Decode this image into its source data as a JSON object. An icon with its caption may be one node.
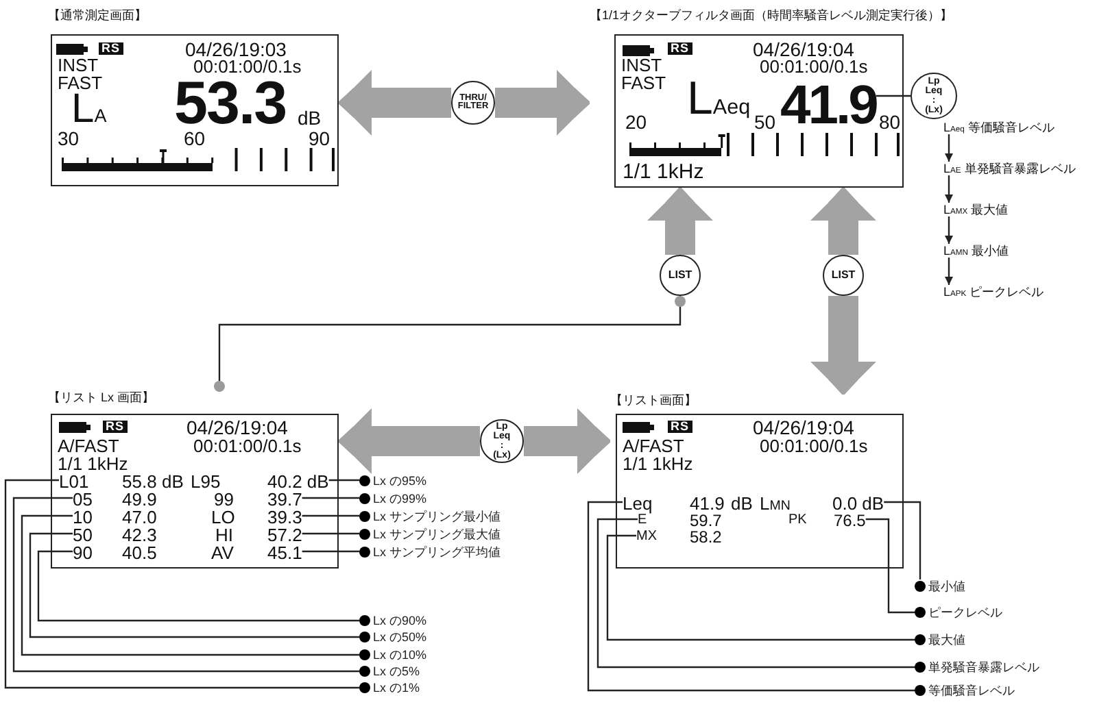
{
  "diagram": {
    "nodes": [
      {
        "text": [
          "【通常測定画面】",
          "RS",
          "04/26/19:03",
          "INST",
          "00:01:00/0.1s",
          "FAST",
          "L$_{A}$",
          "53.3",
          "dB",
          "30",
          "60",
          "90"
        ]
      },
      {
        "text": [
          "THRU/ FILTER"
        ]
      },
      {
        "text": [
          "【1/1オクターブフィルタ画面（時間率騒音レベル測定実行後）】",
          "RS",
          "04/26/19:04",
          "INST",
          "00:01:00/0.1s",
          "FAST",
          "L$_{Aeq}$",
          "20",
          "50",
          "80",
          "1/1 1kHz"
        ]
      },
      {
        "text": [
          "41.9"
        ],
        "in": 2
      },
      {
        "text": [
          "Lp Leq : (Lx)"
        ]
      },
      {
        "text": [
          "L$_{Aeq}$ 等価騒音レベル"
        ]
      },
      {
        "text": [
          "L$_{AE}$ 単発騒音暴露レベル"
        ]
      },
      {
        "text": [
          "L$_{AMX}$ 最大値"
        ]
      },
      {
        "text": [
          "L$_{AMN}$ 最小値"
        ]
      },
      {
        "text": [
          "L$_{APK}$ ピークレベル"
        ]
      },
      {
        "text": [
          "LIST"
        ]
      },
      {
        "text": [
          "LIST"
        ]
      },
      {
        "text": [
          "【リスト Lx 画面】",
          "RS",
          "04/26/19:04",
          "A/FAST",
          "00:01:00/0.1s",
          "1/1 1kHz",
          "55.8",
          "dB",
          "L95",
          "49.9",
          "99",
          "47.0",
          "LO",
          "42.3",
          "HI",
          "40.5",
          "AV"
        ]
      },
      {
        "text": [
          "L01"
        ],
        "in": 12
      },
      {
        "text": [
          "40.2 dB"
        ],
        "in": 12
      },
      {
        "text": [
          "05"
        ],
        "in": 12
      },
      {
        "text": [
          "39.7"
        ],
        "in": 12
      },
      {
        "text": [
          "10"
        ],
        "in": 12
      },
      {
        "text": [
          "39.3"
        ],
        "in": 12
      },
      {
        "text": [
          "50"
        ],
        "in": 12
      },
      {
        "text": [
          "57.2"
        ],
        "in": 12
      },
      {
        "text": [
          "90"
        ],
        "in": 12
      },
      {
        "text": [
          "45.1"
        ],
        "in": 12
      },
      {
        "text": [
          "Lp Leq : (Lx)"
        ]
      },
      {
        "text": [
          "【リスト画面】",
          "RS",
          "04/26/19:04",
          "A/FAST",
          "00:01:00/0.1s",
          "1/1 1kHz",
          "41.9",
          "dB",
          "L$_{MN}$",
          "59.7",
          "PK",
          "58.2"
        ]
      },
      {
        "text": [
          "Leq"
        ],
        "in": 24
      },
      {
        "text": [
          "0.0 dB"
        ],
        "in": 24
      },
      {
        "text": [
          "E"
        ],
        "in": 24
      },
      {
        "text": [
          "76.5"
        ],
        "in": 24
      },
      {
        "text": [
          "MX"
        ],
        "in": 24
      },
      {
        "text": [
          "Lx の95%"
        ]
      },
      {
        "text": [
          "Lx の99%"
        ]
      },
      {
        "text": [
          "Lx サンプリング最小値"
        ]
      },
      {
        "text": [
          "Lx サンプリング最大値"
        ]
      },
      {
        "text": [
          "Lx サンプリング平均値"
        ]
      },
      {
        "text": [
          "Lx の90%"
        ]
      },
      {
        "text": [
          "Lx の50%"
        ]
      },
      {
        "text": [
          "Lx の10%"
        ]
      },
      {
        "text": [
          "Lx の5%"
        ]
      },
      {
        "text": [
          "Lx の1%"
        ]
      },
      {
        "text": [
          "最小値"
        ]
      },
      {
        "text": [
          "ピークレベル"
        ]
      },
      {
        "text": [
          "最大値"
        ]
      },
      {
        "text": [
          "単発騒音暴露レベル"
        ]
      },
      {
        "text": [
          "等価騒音レベル"
        ]
      }
    ],
    "edges": [
      {
        "from": 1,
        "to": 0,
        "arrow": "to",
        "style": "thick",
        "color": "#a3a3a3"
      },
      {
        "from": 1,
        "to": 2,
        "arrow": "to",
        "style": "thick",
        "color": "#a3a3a3"
      },
      {
        "from": 4,
        "to": 3,
        "arrow": "none"
      },
      {
        "from": 5,
        "to": 6,
        "arrow": "to"
      },
      {
        "from": 6,
        "to": 7,
        "arrow": "to"
      },
      {
        "from": 7,
        "to": 8,
        "arrow": "to"
      },
      {
        "from": 8,
        "to": 9,
        "arrow": "to"
      },
      {
        "from": 10,
        "to": 2,
        "arrow": "to",
        "style": "thick",
        "color": "#a3a3a3"
      },
      {
        "from": 10,
        "to": 12,
        "arrow": "other"
      },
      {
        "from": 11,
        "to": 2,
        "arrow": "to",
        "style": "thick",
        "color": "#a3a3a3"
      },
      {
        "from": 11,
        "to": 24,
        "arrow": "to",
        "style": "thick",
        "color": "#a3a3a3"
      },
      {
        "from": 23,
        "to": 12,
        "arrow": "to",
        "style": "thick",
        "color": "#a3a3a3"
      },
      {
        "from": 23,
        "to": 24,
        "arrow": "to",
        "style": "thick",
        "color": "#a3a3a3"
      },
      {
        "from": 30,
        "to": 14,
        "arrow": "none"
      },
      {
        "from": 31,
        "to": 16,
        "arrow": "none"
      },
      {
        "from": 32,
        "to": 18,
        "arrow": "none"
      },
      {
        "from": 33,
        "to": 20,
        "arrow": "none"
      },
      {
        "from": 34,
        "to": 22,
        "arrow": "none"
      },
      {
        "from": 35,
        "to": 21,
        "arrow": "none"
      },
      {
        "from": 36,
        "to": 19,
        "arrow": "none"
      },
      {
        "from": 37,
        "to": 17,
        "arrow": "none"
      },
      {
        "from": 38,
        "to": 15,
        "arrow": "none"
      },
      {
        "from": 39,
        "to": 13,
        "arrow": "none"
      },
      {
        "from": 40,
        "to": 26,
        "arrow": "none"
      },
      {
        "from": 41,
        "to": 28,
        "arrow": "none"
      },
      {
        "from": 42,
        "to": 29,
        "arrow": "none"
      },
      {
        "from": 43,
        "to": 27,
        "arrow": "none"
      },
      {
        "from": 44,
        "to": 25,
        "arrow": "none"
      }
    ]
  }
}
